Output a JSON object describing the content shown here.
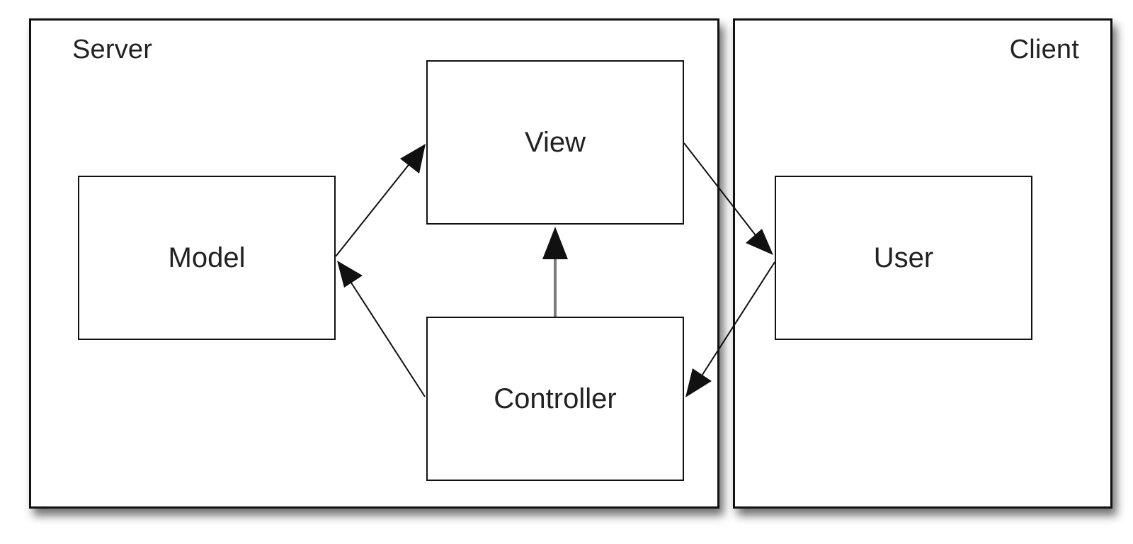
{
  "diagram": {
    "containers": {
      "server": {
        "label": "Server"
      },
      "client": {
        "label": "Client"
      }
    },
    "nodes": {
      "model": {
        "label": "Model"
      },
      "view": {
        "label": "View"
      },
      "controller": {
        "label": "Controller"
      },
      "user": {
        "label": "User"
      }
    },
    "edges": [
      {
        "from": "model",
        "to": "view"
      },
      {
        "from": "controller",
        "to": "model"
      },
      {
        "from": "controller",
        "to": "view"
      },
      {
        "from": "view",
        "to": "user"
      },
      {
        "from": "user",
        "to": "controller"
      }
    ]
  },
  "colors": {
    "line": "#111111",
    "line_muted": "#7a7a7a",
    "background": "#ffffff"
  }
}
